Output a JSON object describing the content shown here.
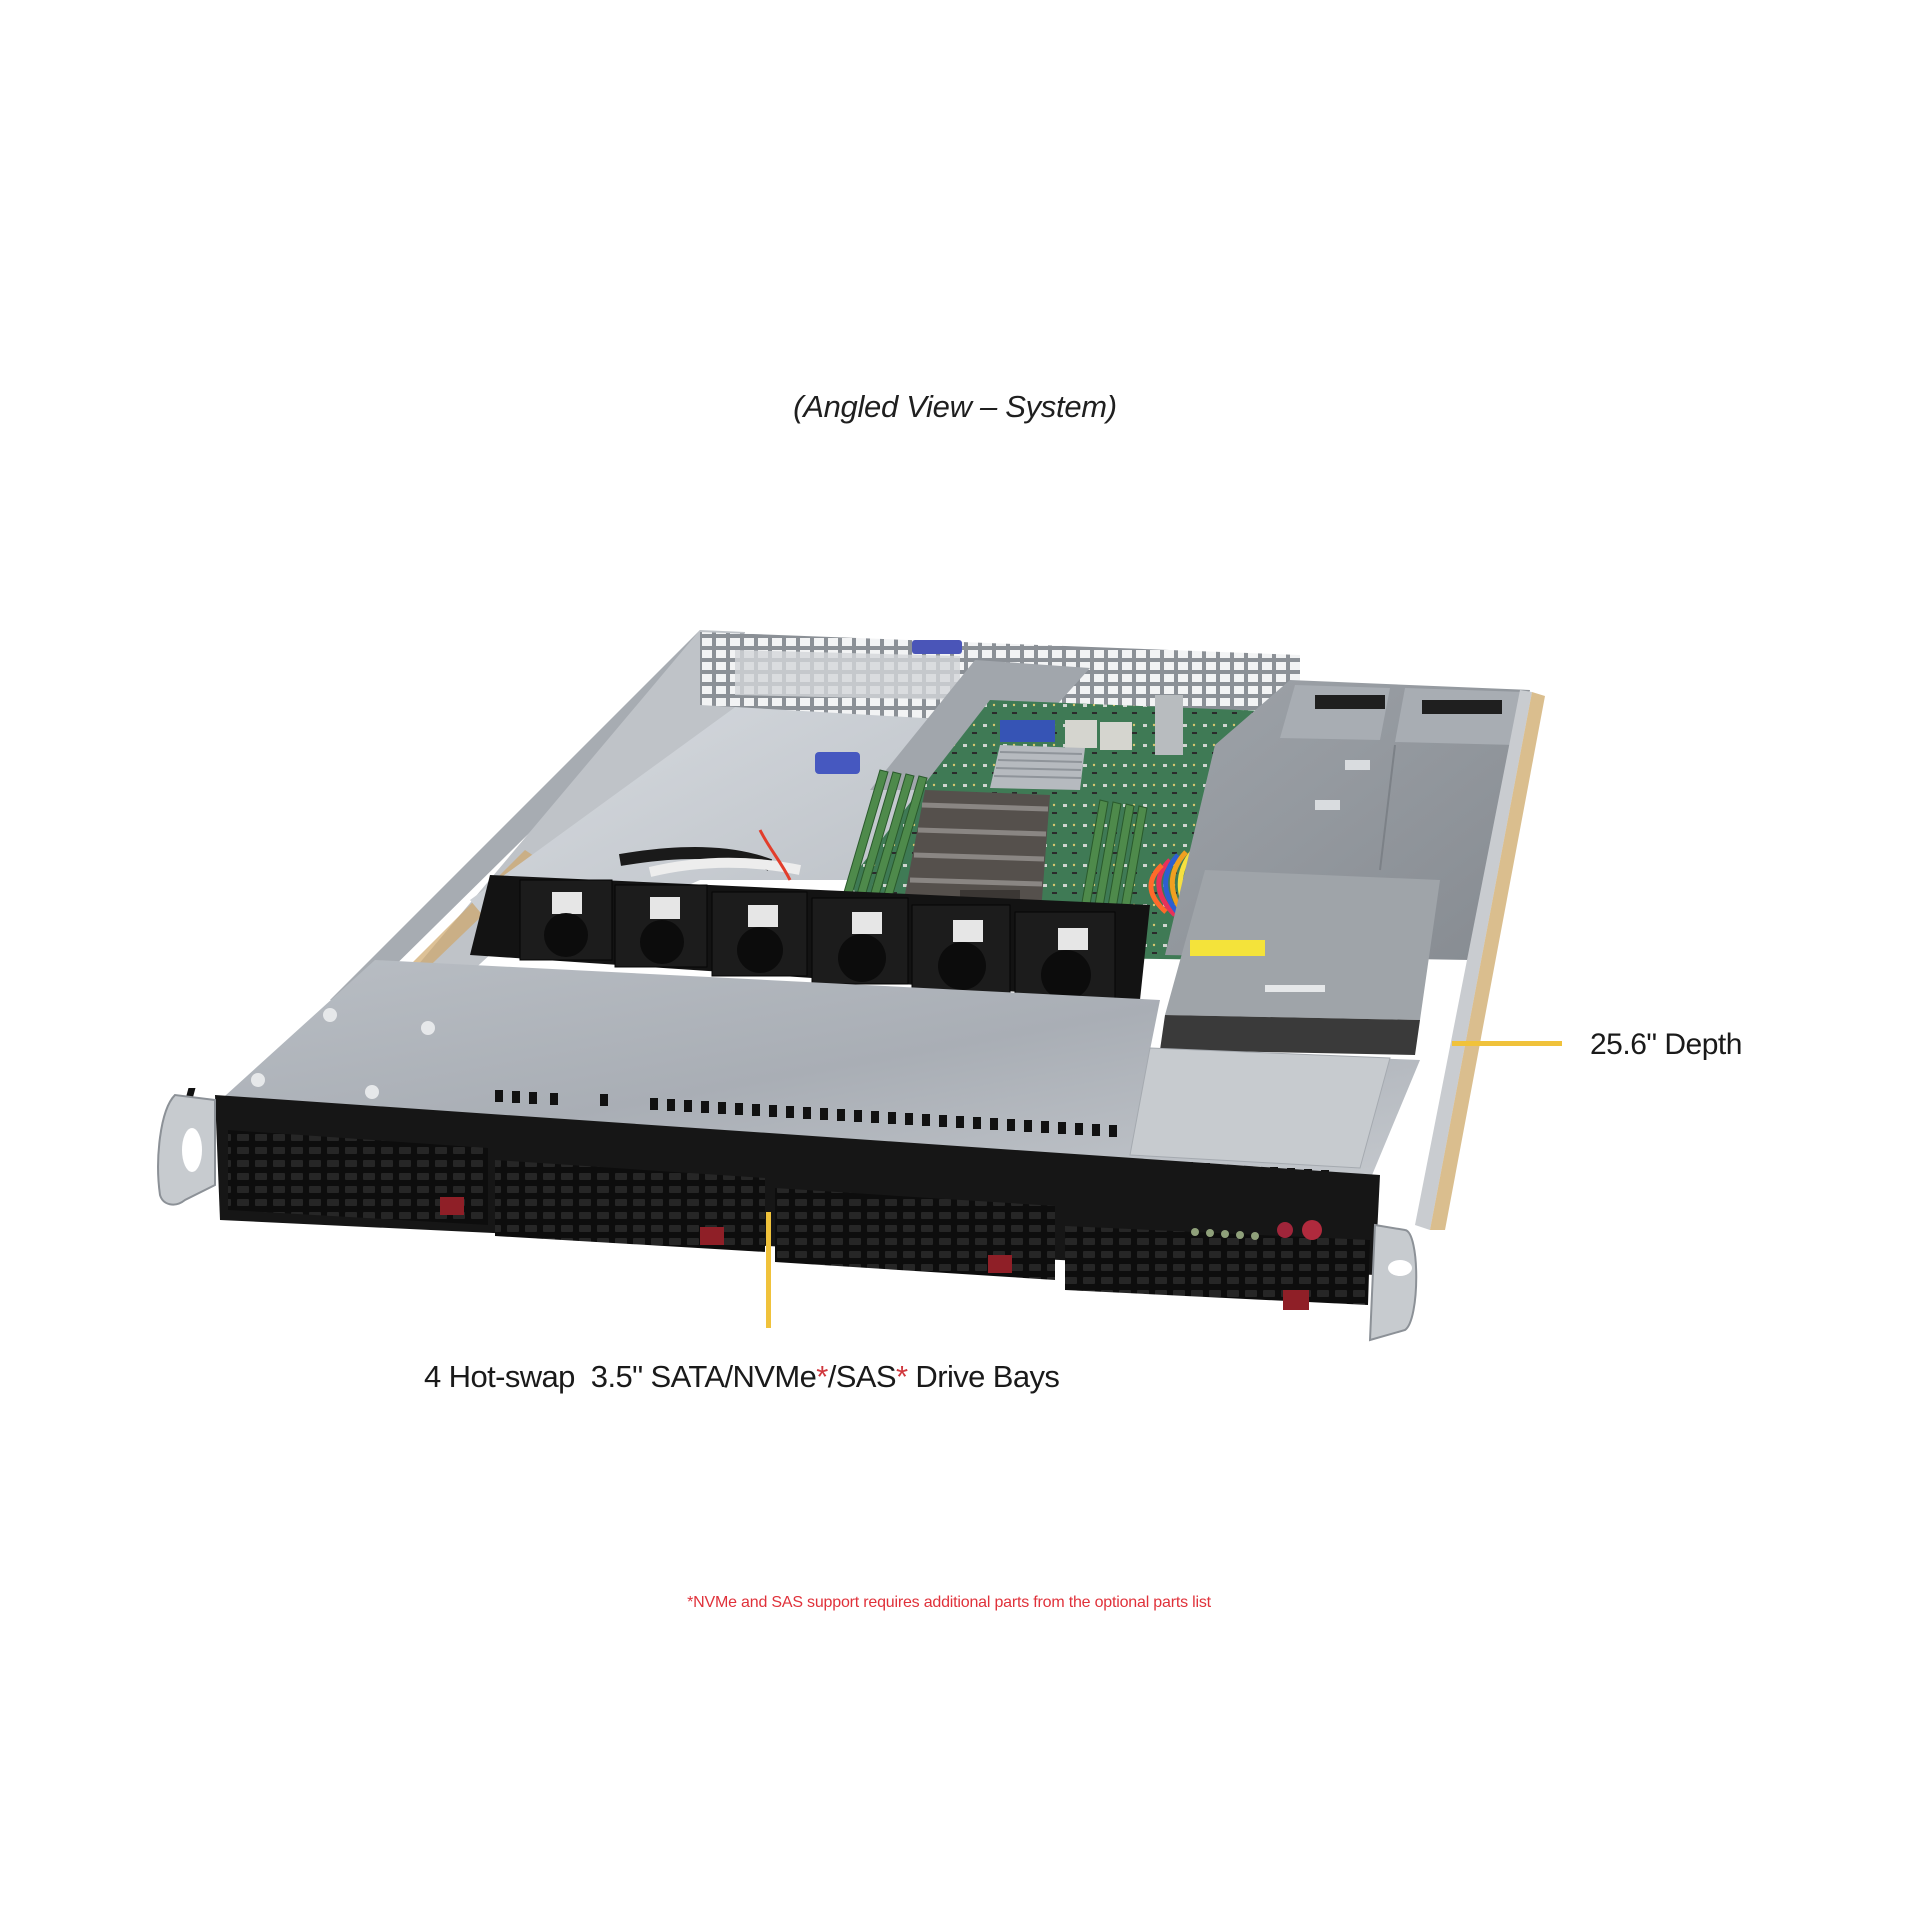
{
  "figure": {
    "caption": "(Angled View – System)",
    "subject": "1U rackmount server, top cover removed",
    "components": {
      "fans": 6,
      "dimm_slots_visible": 8,
      "cpu_heatsinks": 1,
      "power_supplies": 2,
      "front_drive_bays": 4
    }
  },
  "callouts": {
    "depth": {
      "label": "25.6\" Depth",
      "line_color": "#f0c23b"
    },
    "drive_bays": {
      "prefix": "4 Hot-swap  3.5\" SATA/NVMe",
      "star1": "*",
      "middle": "/SAS",
      "star2": "*",
      "suffix": " Drive Bays",
      "line_color": "#f0c23b",
      "star_color": "#d0373d"
    }
  },
  "footnote": {
    "text": "*NVMe and SAS support requires  additional parts from the optional parts list",
    "color": "#e0313a"
  }
}
